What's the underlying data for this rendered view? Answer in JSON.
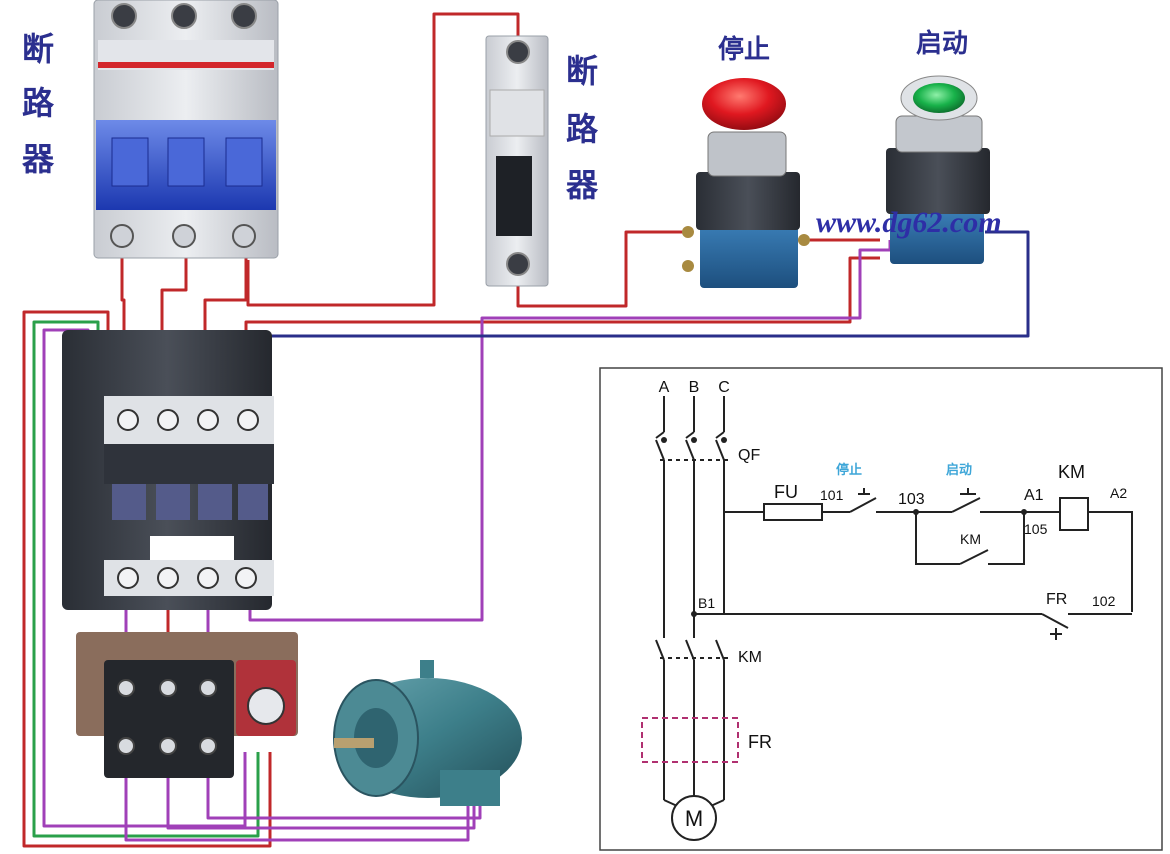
{
  "photo_labels": {
    "breaker_left": [
      "断",
      "路",
      "器"
    ],
    "breaker_right": [
      "断",
      "路",
      "器"
    ],
    "stop_button": "停止",
    "start_button": "启动",
    "watermark": "www.dg62.com"
  },
  "schematic": {
    "phase_a": "A",
    "phase_b": "B",
    "phase_c": "C",
    "breaker": "QF",
    "fuse": "FU",
    "node_101": "101",
    "node_103": "103",
    "stop_label": "停止",
    "start_label": "启动",
    "coil_a1": "A1",
    "coil_a2": "A2",
    "coil_name": "KM",
    "node_105": "105",
    "aux_contact": "KM",
    "node_b1": "B1",
    "overload_contact": "FR",
    "node_102": "102",
    "main_contactor": "KM",
    "thermal_relay": "FR",
    "motor": "M"
  },
  "colors": {
    "wire_red": "#c0282a",
    "wire_purple": "#a040b8",
    "wire_blue": "#2a2f8a",
    "wire_green": "#2aa04a",
    "breaker_blue": "#2c4ac8",
    "stop_red": "#d8141c",
    "start_green": "#12a83c",
    "motor_teal": "#3d7f8a"
  }
}
